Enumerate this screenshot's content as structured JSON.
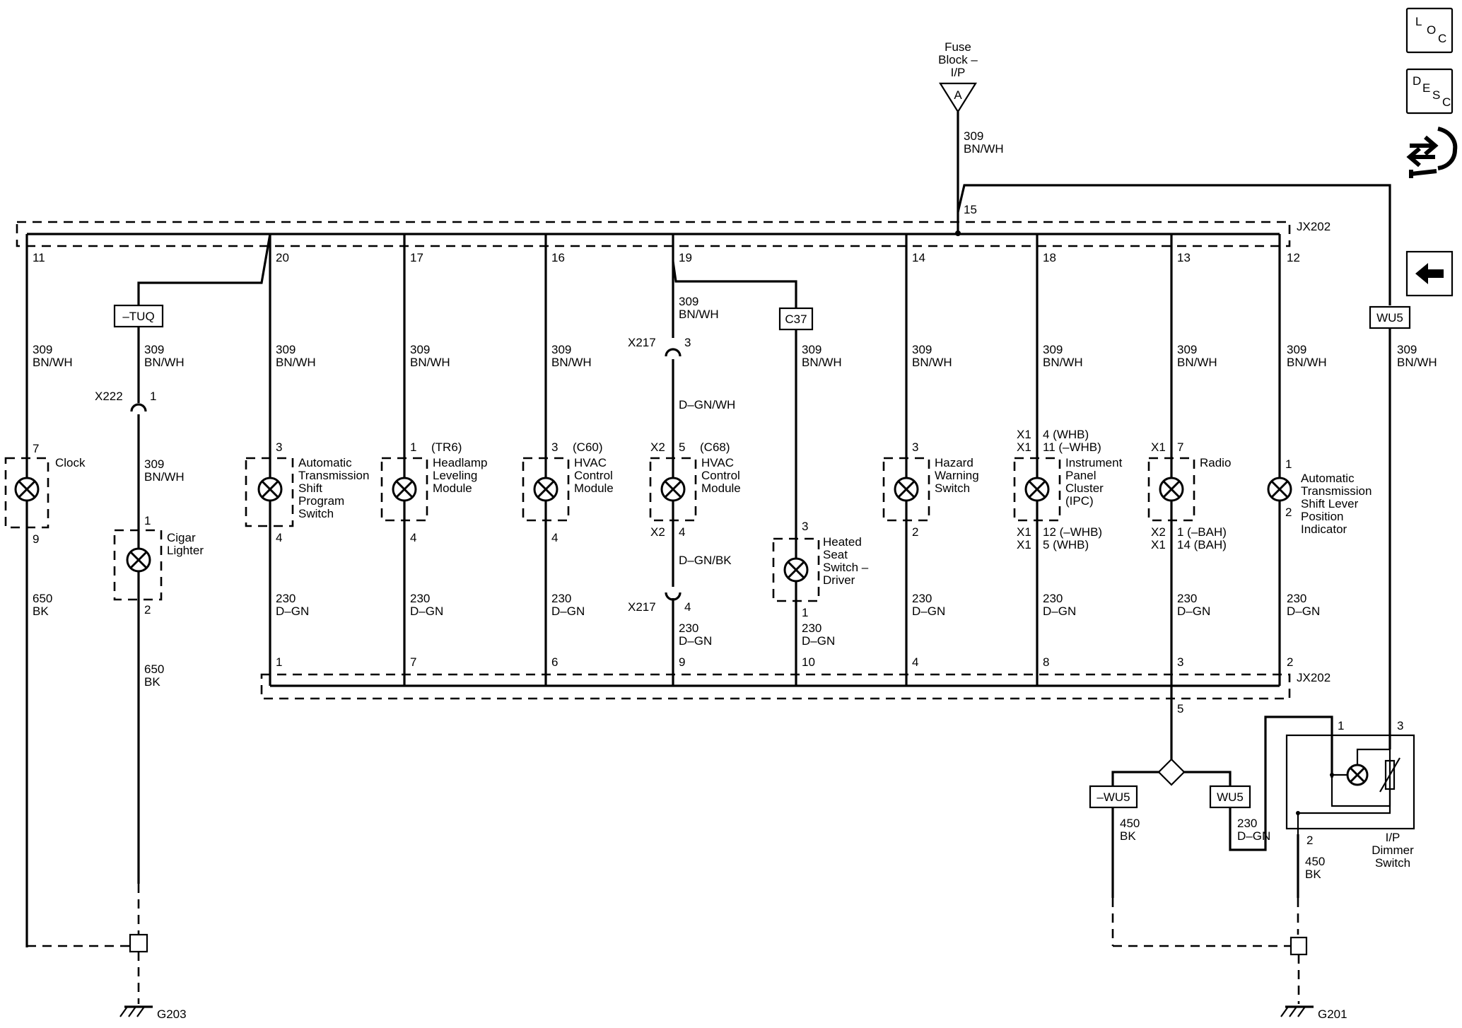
{
  "top": {
    "fuse_block": [
      "Fuse",
      "Block –",
      "I/P"
    ],
    "fuse_pin": "A",
    "feed_circuit": "309",
    "feed_color": "BN/WH",
    "splice_pin": "15",
    "connector": "JX202"
  },
  "icons": {
    "loc": [
      "L",
      "O",
      "C"
    ],
    "desc": [
      "D",
      "E",
      "S",
      "C"
    ]
  },
  "options": {
    "tuq": "–TUQ",
    "c37": "C37",
    "wu5": "WU5",
    "not_wu5": "–WU5"
  },
  "wires": {
    "feed_num": "309",
    "feed_col": "BN/WH",
    "ground_num": "230",
    "ground_col": "D–GN",
    "bk_num": "650",
    "bk_col": "BK",
    "bk450_num": "450",
    "bk450_col": "BK",
    "dgnwh": "D–GN/WH",
    "dgnbk": "D–GN/BK"
  },
  "branches": [
    {
      "top_pin": "11",
      "pin_a": "7",
      "pin_b": "9",
      "name": [
        "Clock"
      ]
    },
    {
      "top_pin": "20",
      "conn": "X222",
      "conn_pin": "1",
      "pin_a": "1",
      "pin_b": "2",
      "name": [
        "Cigar",
        "Lighter"
      ]
    },
    {
      "top_pin": "20",
      "pin_a": "3",
      "pin_b": "4",
      "bot_pin": "1",
      "name": [
        "Automatic",
        "Transmission",
        "Shift",
        "Program",
        "Switch"
      ]
    },
    {
      "top_pin": "17",
      "pin_a": "1",
      "ref": "(TR6)",
      "pin_b": "4",
      "bot_pin": "7",
      "name": [
        "Headlamp",
        "Leveling",
        "Module"
      ]
    },
    {
      "top_pin": "16",
      "pin_a": "3",
      "ref": "(C60)",
      "pin_b": "4",
      "bot_pin": "6",
      "name": [
        "HVAC",
        "Control",
        "Module"
      ]
    },
    {
      "top_pin": "19",
      "conn_top": "X217",
      "conn_top_pin": "3",
      "x2a": "X2",
      "pin_a": "5",
      "ref": "(C68)",
      "x2b": "X2",
      "pin_b": "4",
      "conn_bot": "X217",
      "conn_bot_pin": "4",
      "bot_pin": "9",
      "name": [
        "HVAC",
        "Control",
        "Module"
      ]
    },
    {
      "pin_a": "3",
      "pin_b": "1",
      "bot_pin": "10",
      "name": [
        "Heated",
        "Seat",
        "Switch –",
        "Driver"
      ]
    },
    {
      "top_pin": "14",
      "pin_a": "3",
      "pin_b": "2",
      "bot_pin": "4",
      "name": [
        "Hazard",
        "Warning",
        "Switch"
      ]
    },
    {
      "top_pin": "18",
      "x1a": "X1",
      "pin_a": "4 (WHB)",
      "x1b": "X1",
      "pin_a2": "11 (–WHB)",
      "x1c": "X1",
      "pin_b": "12 (–WHB)",
      "x1d": "X1",
      "pin_b2": "5 (WHB)",
      "bot_pin": "8",
      "name": [
        "Instrument",
        "Panel",
        "Cluster",
        "(IPC)"
      ]
    },
    {
      "top_pin": "13",
      "x1a": "X1",
      "pin_a": "7",
      "x2b": "X2",
      "pin_b": "1 (–BAH)",
      "x1b": "X1",
      "pin_b2": "14 (BAH)",
      "bot_pin": "3",
      "name": [
        "Radio"
      ]
    },
    {
      "top_pin": "12",
      "pin_a": "1",
      "pin_b": "2",
      "bot_pin": "2",
      "name": [
        "Automatic",
        "Transmission",
        "Shift Lever",
        "Position",
        "Indicator"
      ]
    }
  ],
  "bottom": {
    "splice_pin": "5",
    "connector": "JX202"
  },
  "dimmer": {
    "pin1": "1",
    "pin2": "2",
    "pin3": "3",
    "name": [
      "I/P",
      "Dimmer",
      "Switch"
    ]
  },
  "grounds": {
    "g203": "G203",
    "g201": "G201"
  }
}
